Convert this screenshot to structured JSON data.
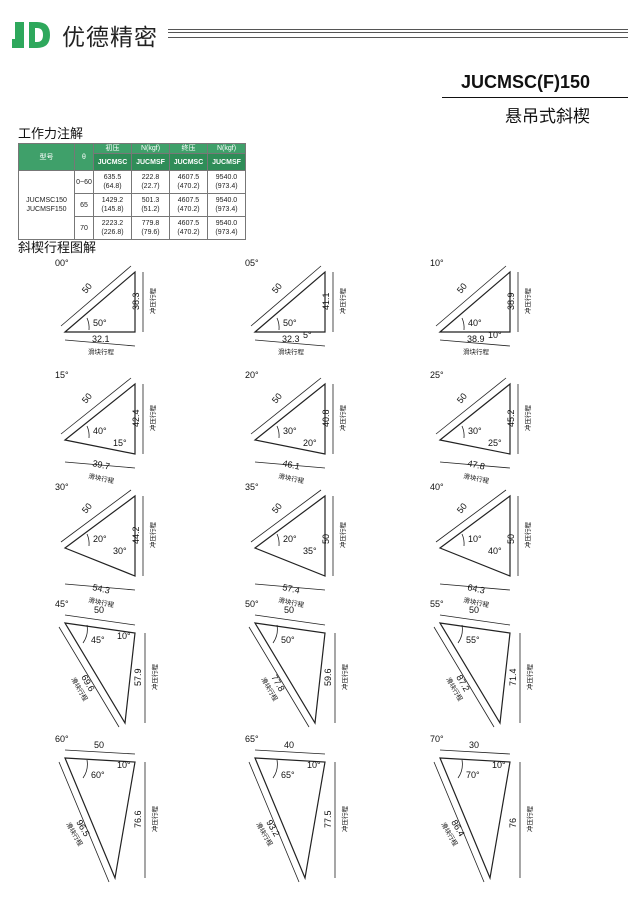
{
  "header": {
    "brand": "优德精密",
    "model": "JUCMSC(F)150",
    "product": "悬吊式斜楔"
  },
  "colors": {
    "table_header": "#3fa06a",
    "brand_logo": "#2ea85c",
    "ink": "#111111"
  },
  "sections": {
    "force": "工作力注解",
    "stroke": "斜楔行程图解"
  },
  "table": {
    "h_model": "型号",
    "h_theta": "θ",
    "h_initial": "初压",
    "h_unit1": "N(kgf)",
    "h_final": "终压",
    "h_unit2": "N(kgf)",
    "c1": "JUCMSC",
    "c2": "JUCMSF",
    "c3": "JUCMSC",
    "c4": "JUCMSF",
    "model1": "JUCMSC150",
    "model2": "JUCMSF150",
    "rows": [
      {
        "theta": "0~60",
        "a": "635.5",
        "a2": "(64.8)",
        "b": "222.8",
        "b2": "(22.7)",
        "c": "4607.5",
        "c2": "(470.2)",
        "d": "9540.0",
        "d2": "(973.4)"
      },
      {
        "theta": "65",
        "a": "1429.2",
        "a2": "(145.8)",
        "b": "501.3",
        "b2": "(51.2)",
        "c": "4607.5",
        "c2": "(470.2)",
        "d": "9540.0",
        "d2": "(973.4)"
      },
      {
        "theta": "70",
        "a": "2223.2",
        "a2": "(226.8)",
        "b": "779.8",
        "b2": "(79.6)",
        "c": "4607.5",
        "c2": "(470.2)",
        "d": "9540.0",
        "d2": "(973.4)"
      }
    ]
  },
  "notes": {
    "slide": "滑块行程",
    "press": "冲压行程"
  },
  "diagrams": [
    {
      "title": "00°",
      "l": "50",
      "a1": "50°",
      "a2": "",
      "v": "38.3",
      "b": "32.1"
    },
    {
      "title": "05°",
      "l": "50",
      "a1": "50°",
      "a2": "5°",
      "v": "41.1",
      "b": "32.3"
    },
    {
      "title": "10°",
      "l": "50",
      "a1": "40°",
      "a2": "10°",
      "v": "38.9",
      "b": "38.9"
    },
    {
      "title": "15°",
      "l": "50",
      "a1": "40°",
      "a2": "15°",
      "v": "42.4",
      "b": "39.7"
    },
    {
      "title": "20°",
      "l": "50",
      "a1": "30°",
      "a2": "20°",
      "v": "40.8",
      "b": "46.1"
    },
    {
      "title": "25°",
      "l": "50",
      "a1": "30°",
      "a2": "25°",
      "v": "45.2",
      "b": "47.8"
    },
    {
      "title": "30°",
      "l": "50",
      "a1": "20°",
      "a2": "30°",
      "v": "44.2",
      "b": "54.3"
    },
    {
      "title": "35°",
      "l": "50",
      "a1": "20°",
      "a2": "35°",
      "v": "50",
      "b": "57.4"
    },
    {
      "title": "40°",
      "l": "50",
      "a1": "10°",
      "a2": "40°",
      "v": "50",
      "b": "64.3"
    },
    {
      "title": "45°",
      "l": "50",
      "a1": "10°",
      "a2": "45°",
      "v": "57.9",
      "b": "69.6"
    },
    {
      "title": "50°",
      "l": "50",
      "a1": "50°",
      "a2": "",
      "v": "59.6",
      "b": "77.8"
    },
    {
      "title": "55°",
      "l": "50",
      "a1": "55°",
      "a2": "",
      "v": "71.4",
      "b": "87.2"
    },
    {
      "title": "60°",
      "l": "50",
      "a1": "10°",
      "a2": "60°",
      "v": "76.6",
      "b": "96.5"
    },
    {
      "title": "65°",
      "l": "40",
      "a1": "10°",
      "a2": "65°",
      "v": "77.5",
      "b": "93.2"
    },
    {
      "title": "70°",
      "l": "30",
      "a1": "10°",
      "a2": "70°",
      "v": "76",
      "b": "86.4"
    }
  ]
}
